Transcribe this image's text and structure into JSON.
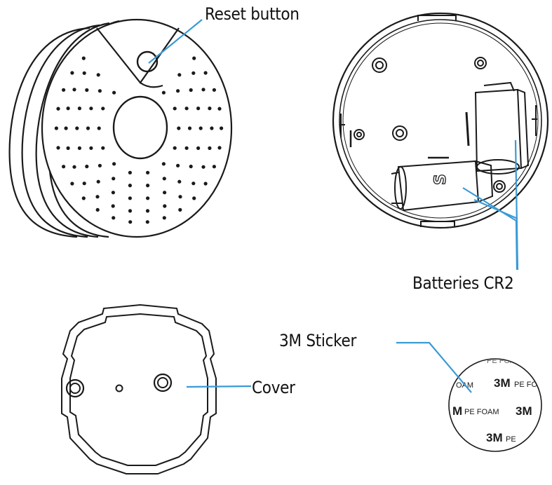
{
  "labels": {
    "reset_button": "Reset button",
    "batteries": "Batteries CR2",
    "sticker": "3M Sticker",
    "cover": "Cover"
  },
  "sticker_print": {
    "brand": "3M",
    "material": "PE FOAM",
    "fragments": [
      "OAM",
      "3M PE FO",
      "M PE FOAM",
      "3M",
      "3M PE"
    ]
  },
  "battery_mark": "S",
  "colors": {
    "line_art": "#1a1a1a",
    "callout_line": "#3a9ad6",
    "background": "#ffffff"
  }
}
